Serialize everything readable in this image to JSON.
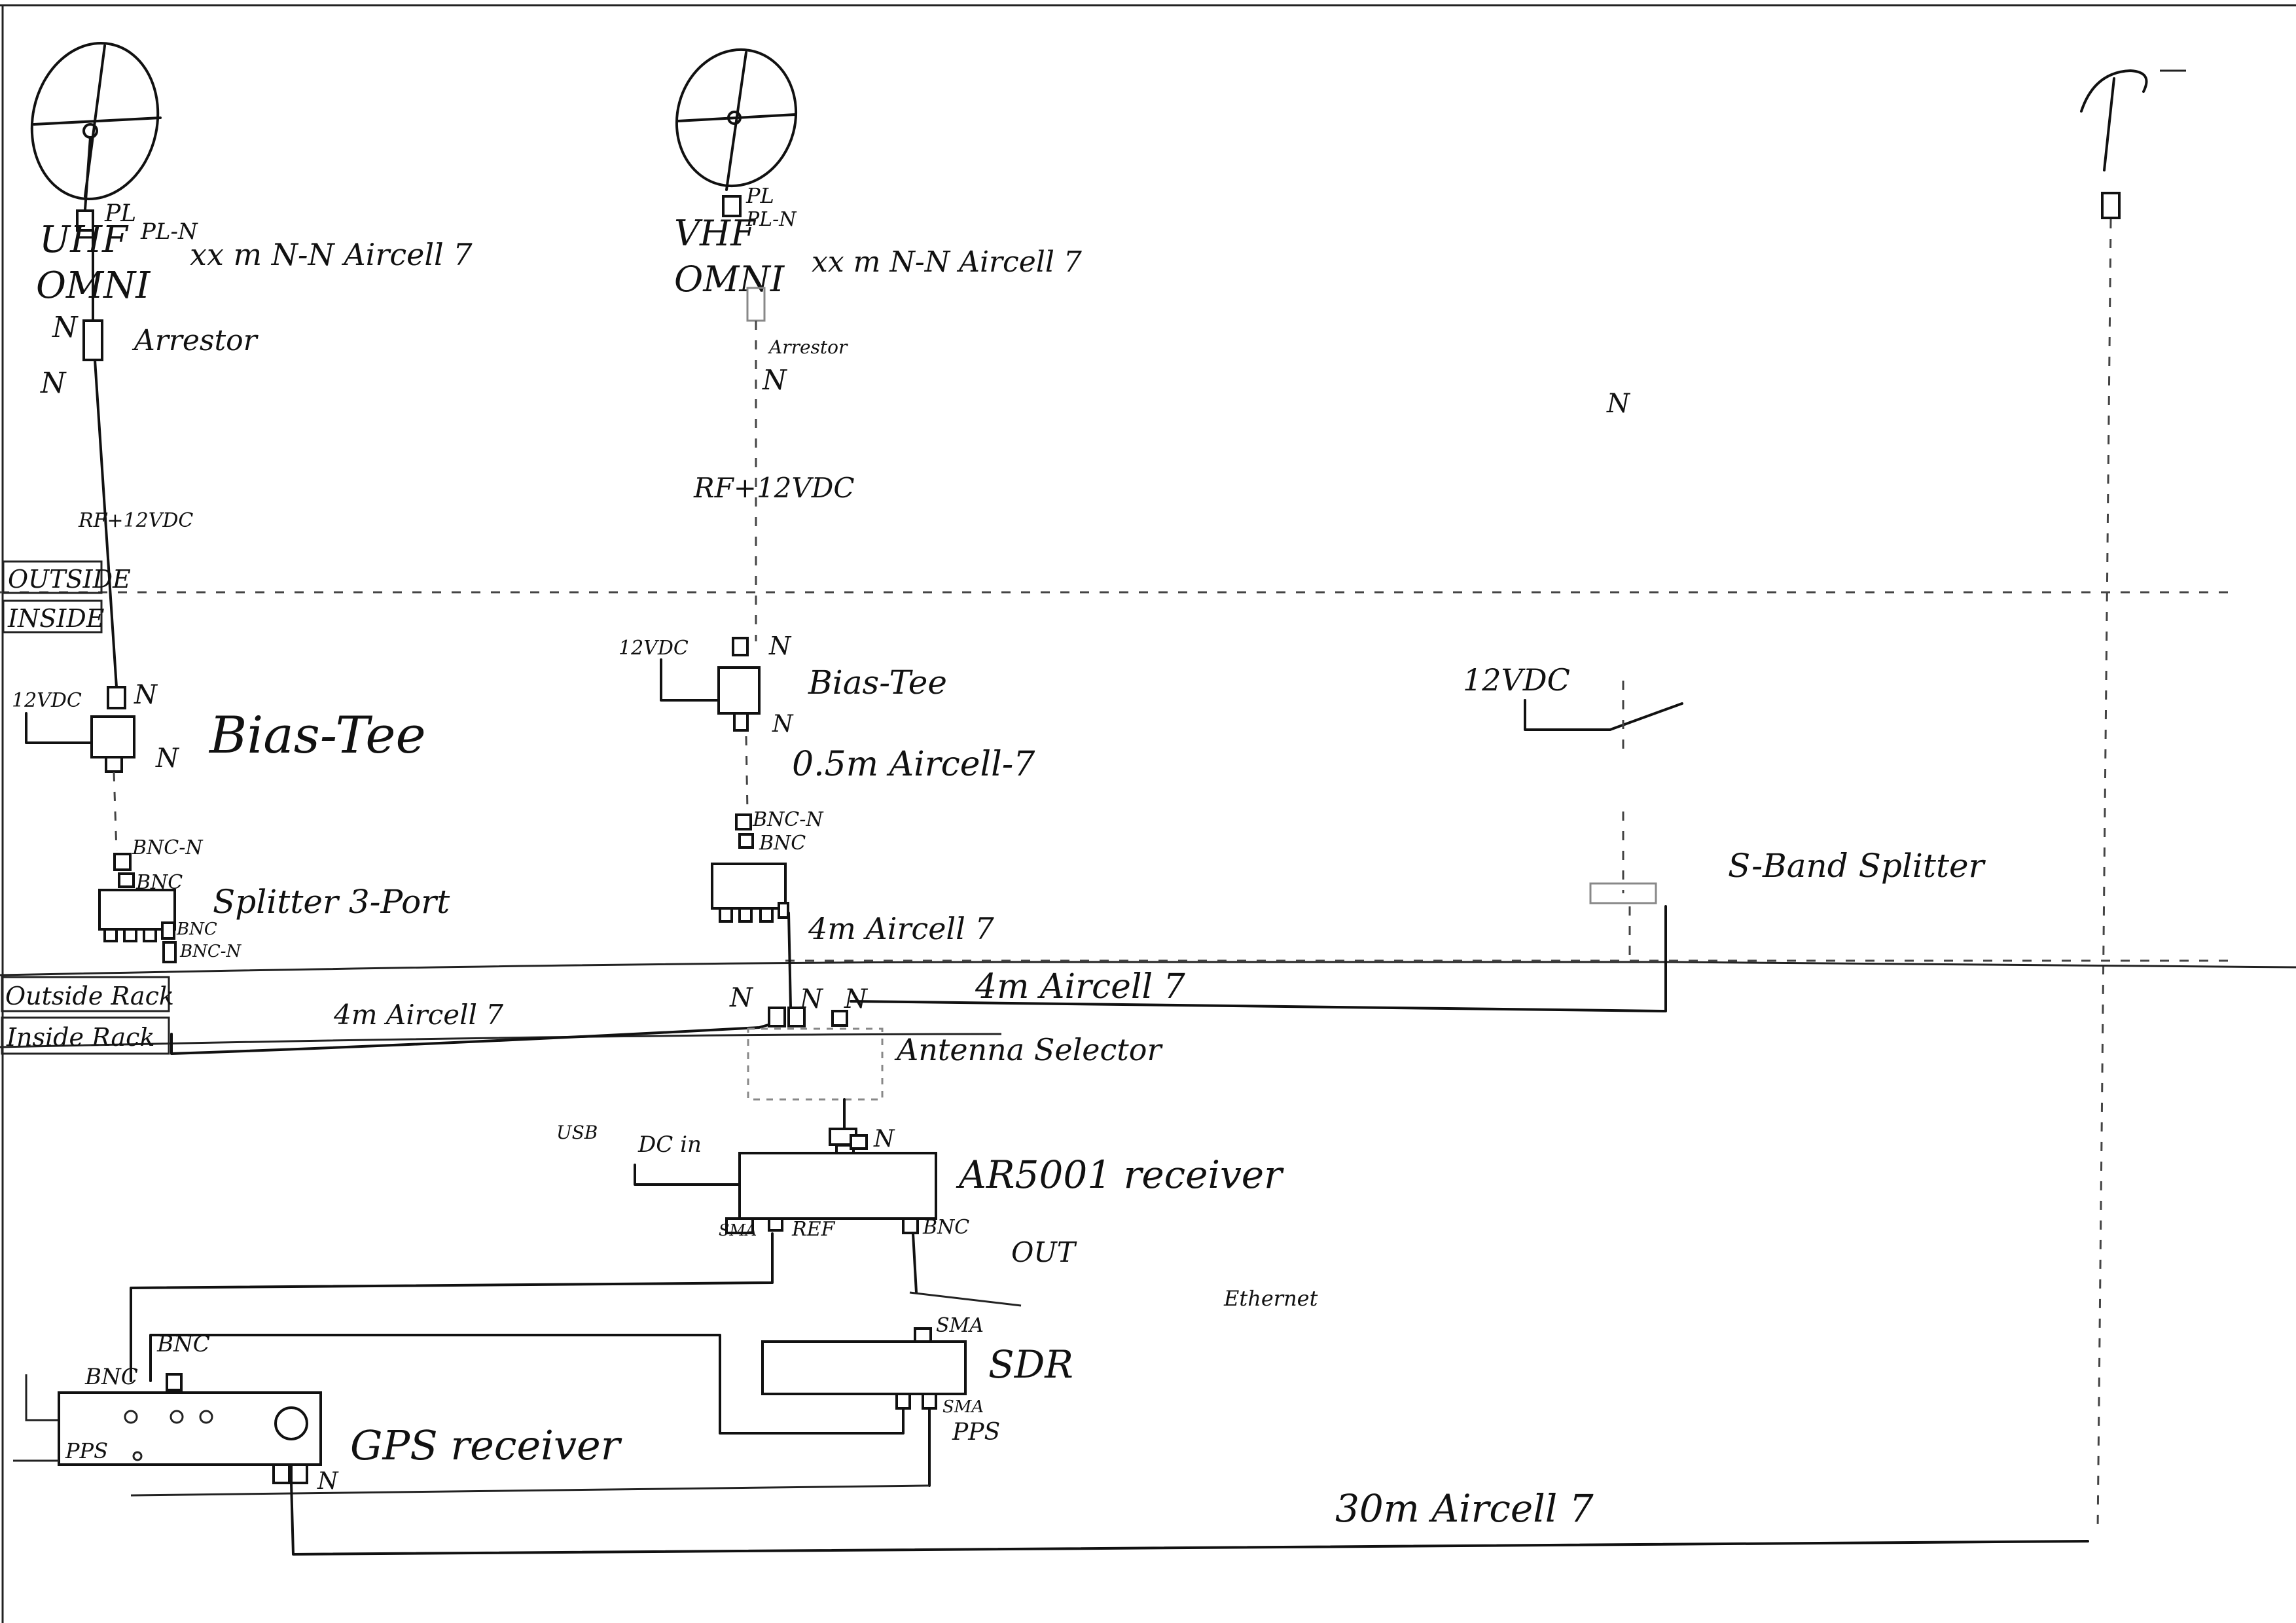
{
  "antennas": {
    "uhf": {
      "name_line1": "UHF",
      "name_line2": "OMNI",
      "top_connector": "PL",
      "adapter": "PL-N",
      "cable": "xx m  N-N Aircell 7",
      "arrestor": "Arrestor",
      "bottom_connector_a": "N",
      "bottom_connector_b": "N",
      "signal": "RF+12VDC"
    },
    "vhf": {
      "name_line1": "VHF",
      "name_line2": "OMNI",
      "top_connector": "PL",
      "adapter": "PL-N",
      "cable": "xx m  N-N Aircell 7",
      "arrestor": "Arrestor",
      "bottom_connector": "N",
      "signal": "RF+12VDC"
    },
    "sband": {
      "connector": "N"
    }
  },
  "zones": {
    "outside": "OUTSIDE",
    "inside": "INSIDE",
    "outside_rack": "Outside Rack",
    "inside_rack": "Inside Rack"
  },
  "bias_tees": {
    "left": {
      "label": "Bias-Tee",
      "dc": "12VDC",
      "conn_top": "N",
      "conn_side": "N"
    },
    "mid": {
      "label": "Bias-Tee",
      "dc": "12VDC",
      "conn_top": "N",
      "conn_bottom": "N",
      "cable": "0.5m Aircell-7"
    },
    "right": {
      "dc": "12VDC"
    }
  },
  "splitters": {
    "left": {
      "label": "Splitter 3-Port",
      "conn_a": "BNC-N",
      "conn_b": "BNC",
      "conn_c": "BNC",
      "conn_d": "BNC-N"
    },
    "mid": {
      "conn_a": "BNC-N",
      "conn_b": "BNC",
      "cable": "4m Aircell 7"
    },
    "sband": {
      "label": "S-Band Splitter"
    }
  },
  "cables": {
    "left_to_selector": "4m Aircell 7",
    "sband_to_selector": "4m Aircell 7",
    "gps_to_antenna": "30m  Aircell 7"
  },
  "selector": {
    "label": "Antenna Selector",
    "conn_1": "N",
    "conn_2": "N",
    "conn_3": "N"
  },
  "receiver": {
    "label": "AR5001 receiver",
    "usb": "USB",
    "dc_in": "DC in",
    "conn_top": "N",
    "sma": "SMA",
    "ref": "REF",
    "bnc": "BNC",
    "if_out": "OUT"
  },
  "sdr": {
    "label": "SDR",
    "sma_top": "SMA",
    "sma_bottom": "SMA",
    "pps": "PPS",
    "ethernet": "Ethernet"
  },
  "gps": {
    "label": "GPS receiver",
    "bnc_1": "BNC",
    "bnc_2": "BNC",
    "pps": "PPS",
    "ant_conn": "N"
  }
}
